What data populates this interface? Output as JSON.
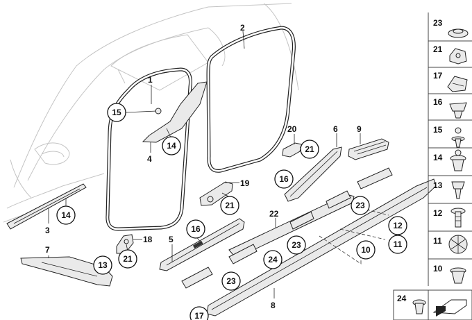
{
  "main_labels": {
    "l1": "1",
    "l2": "2",
    "l3": "3",
    "l4": "4",
    "l5": "5",
    "l6": "6",
    "l7": "7",
    "l8": "8",
    "l9": "9",
    "l18": "18",
    "l19": "19",
    "l20": "20",
    "l22": "22"
  },
  "callouts": {
    "c15": "15",
    "c14a": "14",
    "c14b": "14",
    "c21a": "21",
    "c21b": "21",
    "c21c": "21",
    "c16a": "16",
    "c16b": "16",
    "c13": "13",
    "c23a": "23",
    "c23b": "23",
    "c23c": "23",
    "c24": "24",
    "c10": "10",
    "c11": "11",
    "c12": "12",
    "c17": "17"
  },
  "side_panel": {
    "items": [
      "23",
      "21",
      "17",
      "16",
      "15",
      "14",
      "13",
      "12",
      "11",
      "10"
    ]
  },
  "bottom_box": {
    "label": "24"
  }
}
